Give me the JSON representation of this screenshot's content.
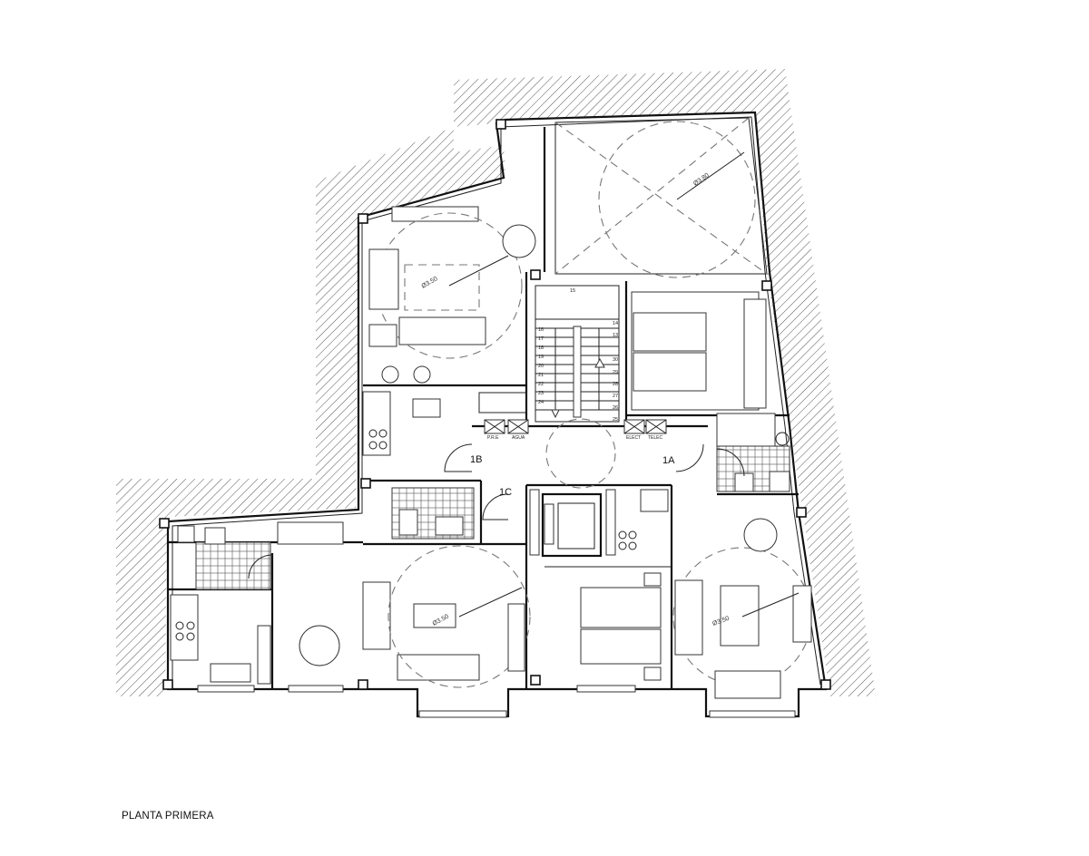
{
  "drawing": {
    "title": "PLANTA PRIMERA"
  },
  "units": {
    "a": "1A",
    "b": "1B",
    "c": "1C"
  },
  "dimensions": {
    "living_a": "Ø3.50",
    "living_b": "Ø3.50",
    "living_c": "Ø3.50",
    "patio": "Ø3.80"
  },
  "stair": {
    "steps_left": [
      "16",
      "17",
      "18",
      "19",
      "20",
      "21",
      "22",
      "23",
      "24"
    ],
    "steps_right": [
      "14",
      "13",
      "30",
      "29",
      "28",
      "27",
      "26",
      "25"
    ],
    "landing": "15"
  },
  "meters": {
    "m1": "P.R.E",
    "m2": "AGUA",
    "m3": "ELECT",
    "m4": "TELEC"
  },
  "colors": {
    "line": "#111111",
    "hatch": "#555555",
    "dashed": "#777777",
    "background": "#ffffff"
  }
}
